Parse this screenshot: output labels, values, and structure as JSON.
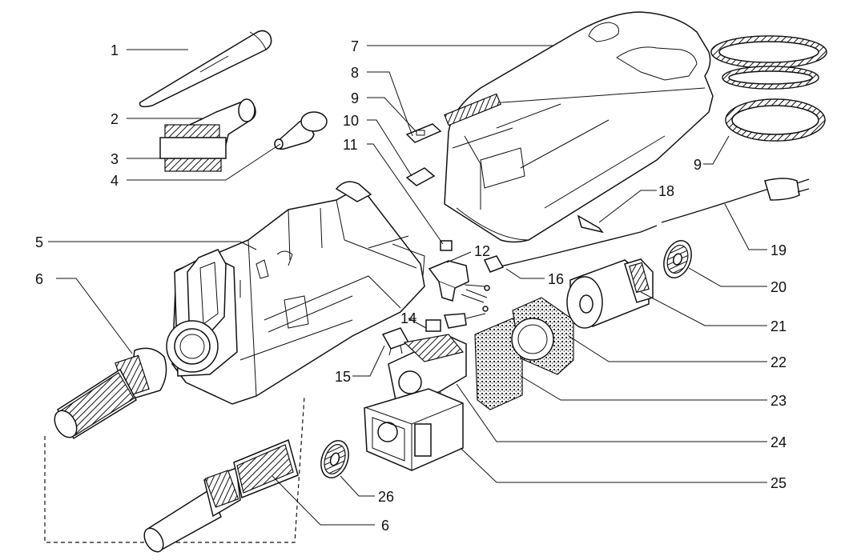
{
  "labels": [
    "1",
    "2",
    "3",
    "4",
    "5",
    "6",
    "7",
    "8",
    "9",
    "10",
    "11",
    "12",
    "14",
    "15",
    "16",
    "18",
    "9",
    "19",
    "20",
    "21",
    "22",
    "23",
    "24",
    "25",
    "26",
    "6"
  ]
}
